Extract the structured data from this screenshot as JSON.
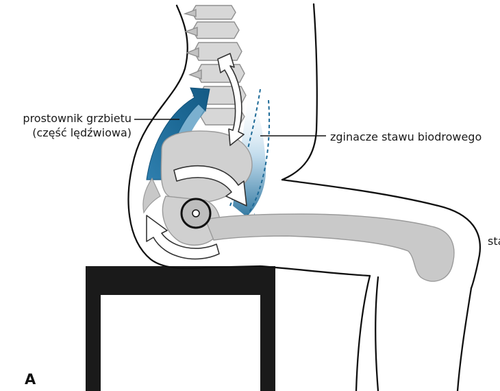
{
  "figure": {
    "panel_letter": "A",
    "labels": {
      "erector_line1": "prostownik grzbietu",
      "erector_line2": "(część lędźwiowa)",
      "hip_flexors": "zginacze stawu biodrowego",
      "cut_off_text": "sta"
    },
    "colors": {
      "outline": "#111111",
      "bone_fill": "#cfcfcf",
      "bone_stroke": "#8f8f8f",
      "muscle_dark": "#1d6a97",
      "muscle_light": "#b9d7ea",
      "arrow_fill": "#ffffff",
      "stool": "#1a1a1a"
    }
  }
}
